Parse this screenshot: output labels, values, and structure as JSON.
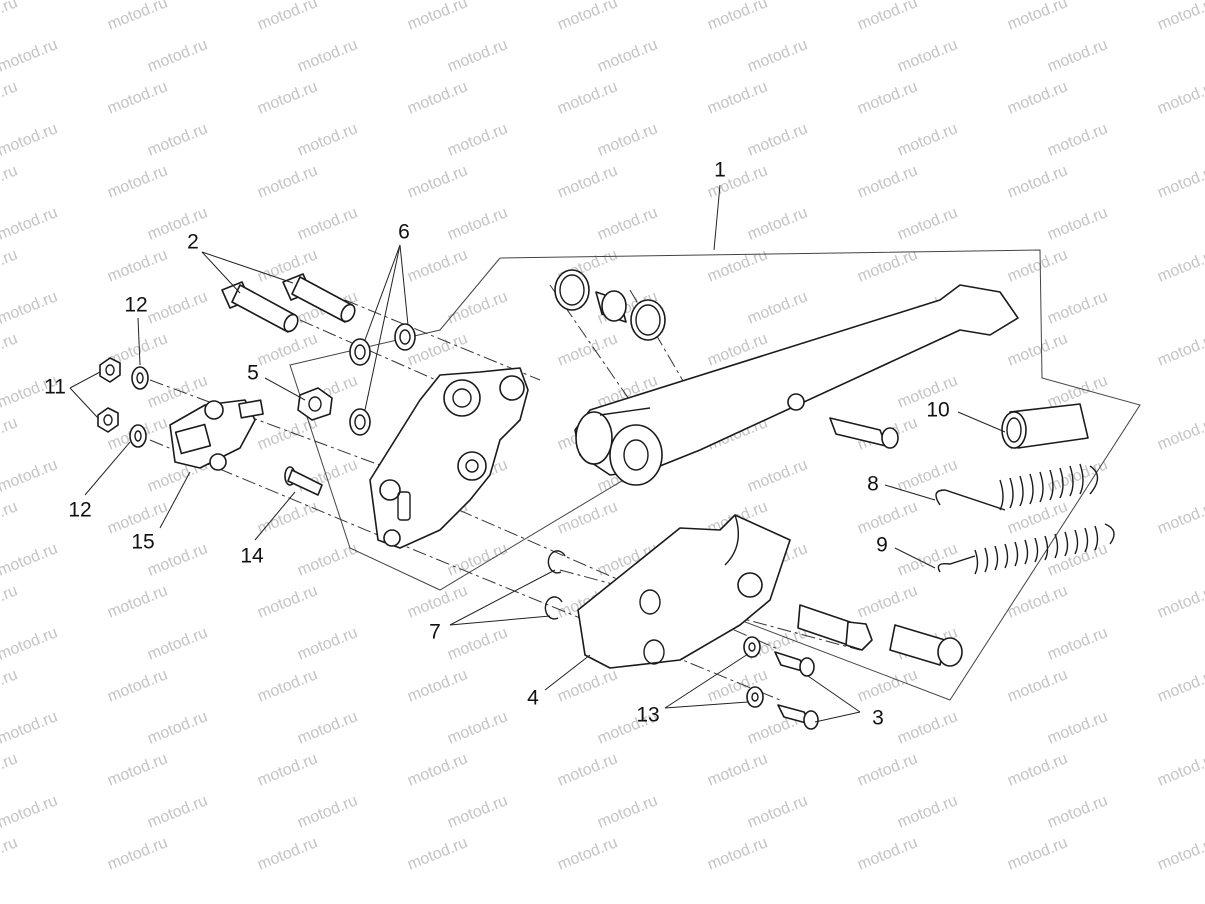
{
  "diagram": {
    "watermark_text": "motod.ru",
    "callouts": [
      {
        "id": "1",
        "label": "1"
      },
      {
        "id": "2",
        "label": "2"
      },
      {
        "id": "3",
        "label": "3"
      },
      {
        "id": "4",
        "label": "4"
      },
      {
        "id": "5",
        "label": "5"
      },
      {
        "id": "6",
        "label": "6"
      },
      {
        "id": "7",
        "label": "7"
      },
      {
        "id": "8",
        "label": "8"
      },
      {
        "id": "9",
        "label": "9"
      },
      {
        "id": "10",
        "label": "10"
      },
      {
        "id": "11",
        "label": "11"
      },
      {
        "id": "12a",
        "label": "12"
      },
      {
        "id": "12b",
        "label": "12"
      },
      {
        "id": "13",
        "label": "13"
      },
      {
        "id": "14",
        "label": "14"
      },
      {
        "id": "15",
        "label": "15"
      }
    ]
  }
}
